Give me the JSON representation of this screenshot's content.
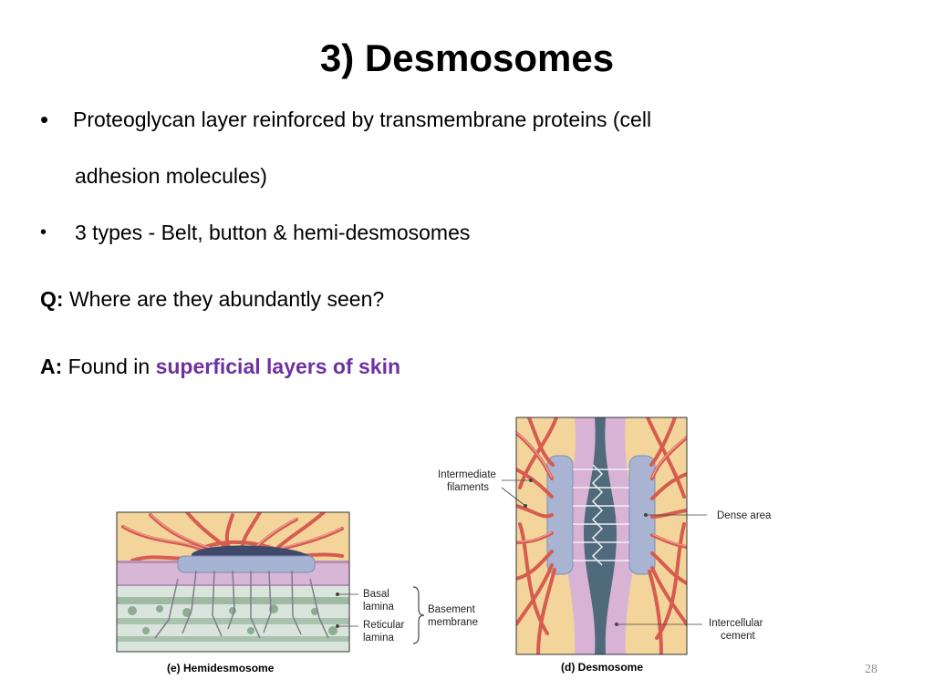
{
  "slide": {
    "title": "3) Desmosomes",
    "bullet1_line1": "Proteoglycan layer reinforced by transmembrane proteins (cell",
    "bullet1_line2": "adhesion molecules)",
    "bullet2": "3 types - Belt, button & hemi-desmosomes",
    "question_prefix": "Q:",
    "question_text": "Where are they abundantly seen?",
    "answer_prefix": "A:",
    "answer_text": "Found in",
    "answer_highlight": "superficial layers of skin",
    "slide_number": "28",
    "bullet_glyph": "•"
  },
  "figure_hemidesmosome": {
    "caption": "(e) Hemidesmosome",
    "labels": {
      "basal": [
        "Basal",
        "lamina"
      ],
      "reticular": [
        "Reticular",
        "lamina"
      ],
      "basement": [
        "Basement",
        "membrane"
      ]
    }
  },
  "figure_desmosome": {
    "caption": "(d) Desmosome",
    "labels": {
      "intermediate": [
        "Intermediate",
        "filaments"
      ],
      "dense": "Dense area",
      "cement": [
        "Intercellular",
        "cement"
      ]
    }
  },
  "colors": {
    "highlight": "#7030a0",
    "filament": "#d85a4e",
    "membrane": "#c9a6c6",
    "plaque": "#a8b4d2",
    "background_cell": "#f2d39a",
    "cement": "#4f6a7a"
  }
}
